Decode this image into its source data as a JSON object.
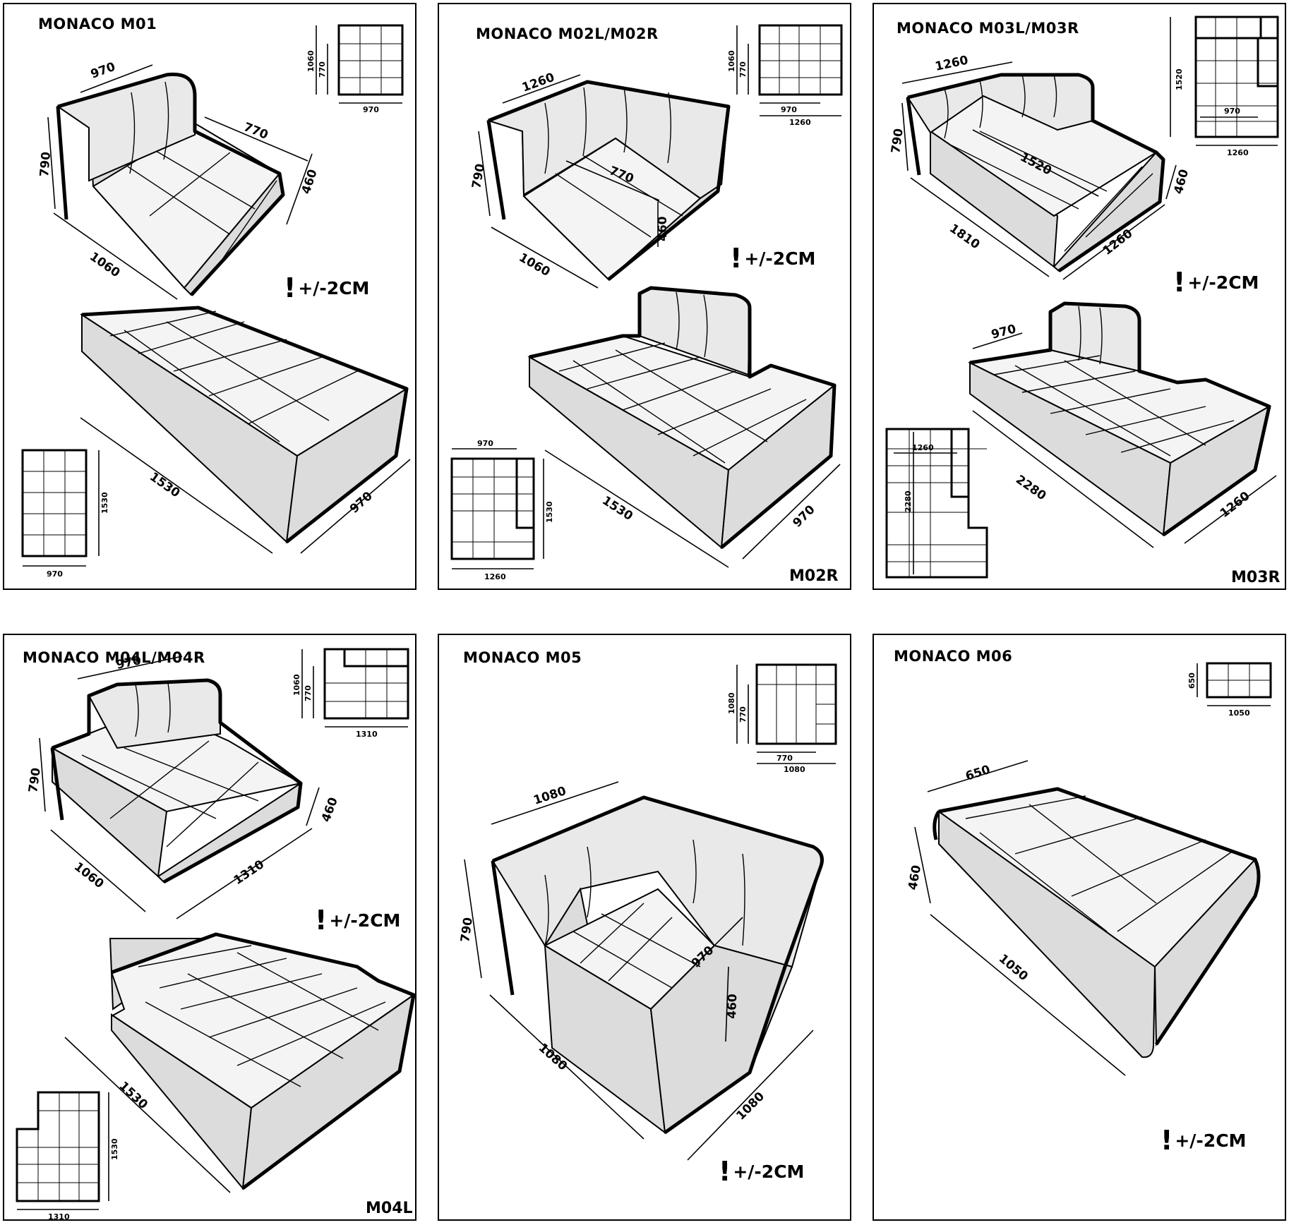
{
  "tolerance": "+/-2CM",
  "panels": [
    {
      "title": "MONACO  M01",
      "variant": "",
      "dims_iso": {
        "width": "970",
        "depth_seat": "770",
        "height": "790",
        "seat_height": "460",
        "depth": "1060"
      },
      "dims_bed": {
        "length": "1530",
        "width": "970"
      },
      "plan_top": {
        "w": "970",
        "h_outer": "1060",
        "h_inner": "770"
      },
      "plan_bed": {
        "w": "970",
        "h": "1530"
      }
    },
    {
      "title": "MONACO  M02L/M02R",
      "variant": "M02R",
      "dims_iso": {
        "width": "1260",
        "depth_seat": "770",
        "height": "790",
        "seat_height": "460",
        "depth": "1060"
      },
      "dims_bed": {
        "length": "1530",
        "width": "970"
      },
      "plan_top": {
        "w_inner": "970",
        "w_outer": "1260",
        "h_outer": "1060",
        "h_inner": "770"
      },
      "plan_bed": {
        "w_top": "970",
        "w_bottom": "1260",
        "h": "1530"
      }
    },
    {
      "title": "MONACO  M03L/M03R",
      "variant": "M03R",
      "dims_iso": {
        "width": "1260",
        "diag": "1520",
        "height": "790",
        "seat_height": "460",
        "depth": "1810",
        "length": "1260"
      },
      "dims_bed": {
        "width": "970",
        "length": "2280",
        "depth": "1260"
      },
      "plan_top": {
        "w_inner": "970",
        "w_outer": "1260",
        "h": "1520"
      },
      "plan_bed": {
        "w": "1260",
        "h": "2280"
      }
    },
    {
      "title": "MONACO  M04L/M04R",
      "variant": "M04L",
      "dims_iso": {
        "width": "970",
        "height": "790",
        "seat_height": "460",
        "depth": "1060",
        "length": "1310"
      },
      "dims_bed": {
        "length": "1530"
      },
      "plan_top": {
        "w": "1310",
        "h_outer": "1060",
        "h_inner": "770"
      },
      "plan_bed": {
        "w": "1310",
        "h": "1530"
      }
    },
    {
      "title": "MONACO  M05",
      "variant": "",
      "dims_iso": {
        "width": "1080",
        "height": "790",
        "seat_depth": "970",
        "seat_height": "460",
        "depth": "1080",
        "length": "1080"
      },
      "plan_top": {
        "w_inner": "770",
        "w_outer": "1080",
        "h_outer": "1080",
        "h_inner": "770"
      }
    },
    {
      "title": "MONACO  M06",
      "variant": "",
      "dims_iso": {
        "width": "650",
        "height": "460",
        "length": "1050"
      },
      "plan_top": {
        "w": "1050",
        "h": "650"
      }
    }
  ]
}
